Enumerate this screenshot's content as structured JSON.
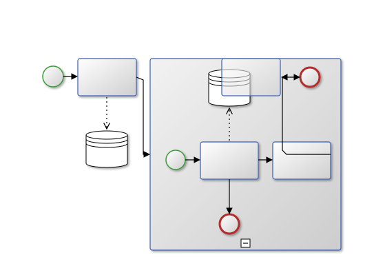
{
  "diagram": {
    "type": "bpmn-process",
    "colors": {
      "task_stroke": "#3a5fb0",
      "start_stroke": "#3a9a3a",
      "end_stroke": "#b52a2a",
      "connector": "#000000",
      "fill_light": "#ffffff",
      "fill_dark": "#d4d4d4"
    },
    "elements": [
      {
        "id": "start-event-outer",
        "kind": "start-event"
      },
      {
        "id": "task-outer",
        "kind": "task"
      },
      {
        "id": "data-store-outer",
        "kind": "data-store"
      },
      {
        "id": "subprocess",
        "kind": "expanded-subprocess",
        "marker": "collapse-icon"
      },
      {
        "id": "start-event-inner",
        "kind": "start-event"
      },
      {
        "id": "task-inner-center",
        "kind": "task"
      },
      {
        "id": "task-inner-right",
        "kind": "task"
      },
      {
        "id": "task-inner-top",
        "kind": "task"
      },
      {
        "id": "data-store-inner",
        "kind": "data-store"
      },
      {
        "id": "end-event-inner",
        "kind": "end-event"
      },
      {
        "id": "end-event-outer",
        "kind": "end-event"
      }
    ],
    "connections": [
      {
        "from": "start-event-outer",
        "to": "task-outer",
        "style": "sequence-flow"
      },
      {
        "from": "task-outer",
        "to": "data-store-outer",
        "style": "data-association"
      },
      {
        "from": "task-outer",
        "to": "subprocess",
        "style": "sequence-flow"
      },
      {
        "from": "start-event-inner",
        "to": "task-inner-center",
        "style": "sequence-flow"
      },
      {
        "from": "task-inner-center",
        "to": "task-inner-right",
        "style": "sequence-flow"
      },
      {
        "from": "task-inner-center",
        "to": "end-event-inner",
        "style": "sequence-flow"
      },
      {
        "from": "task-inner-center",
        "to": "data-store-inner",
        "style": "data-association"
      },
      {
        "from": "task-inner-right",
        "to": "task-inner-top",
        "style": "sequence-flow"
      },
      {
        "from": "task-inner-top",
        "to": "end-event-outer",
        "style": "sequence-flow-bidirectional"
      }
    ]
  }
}
